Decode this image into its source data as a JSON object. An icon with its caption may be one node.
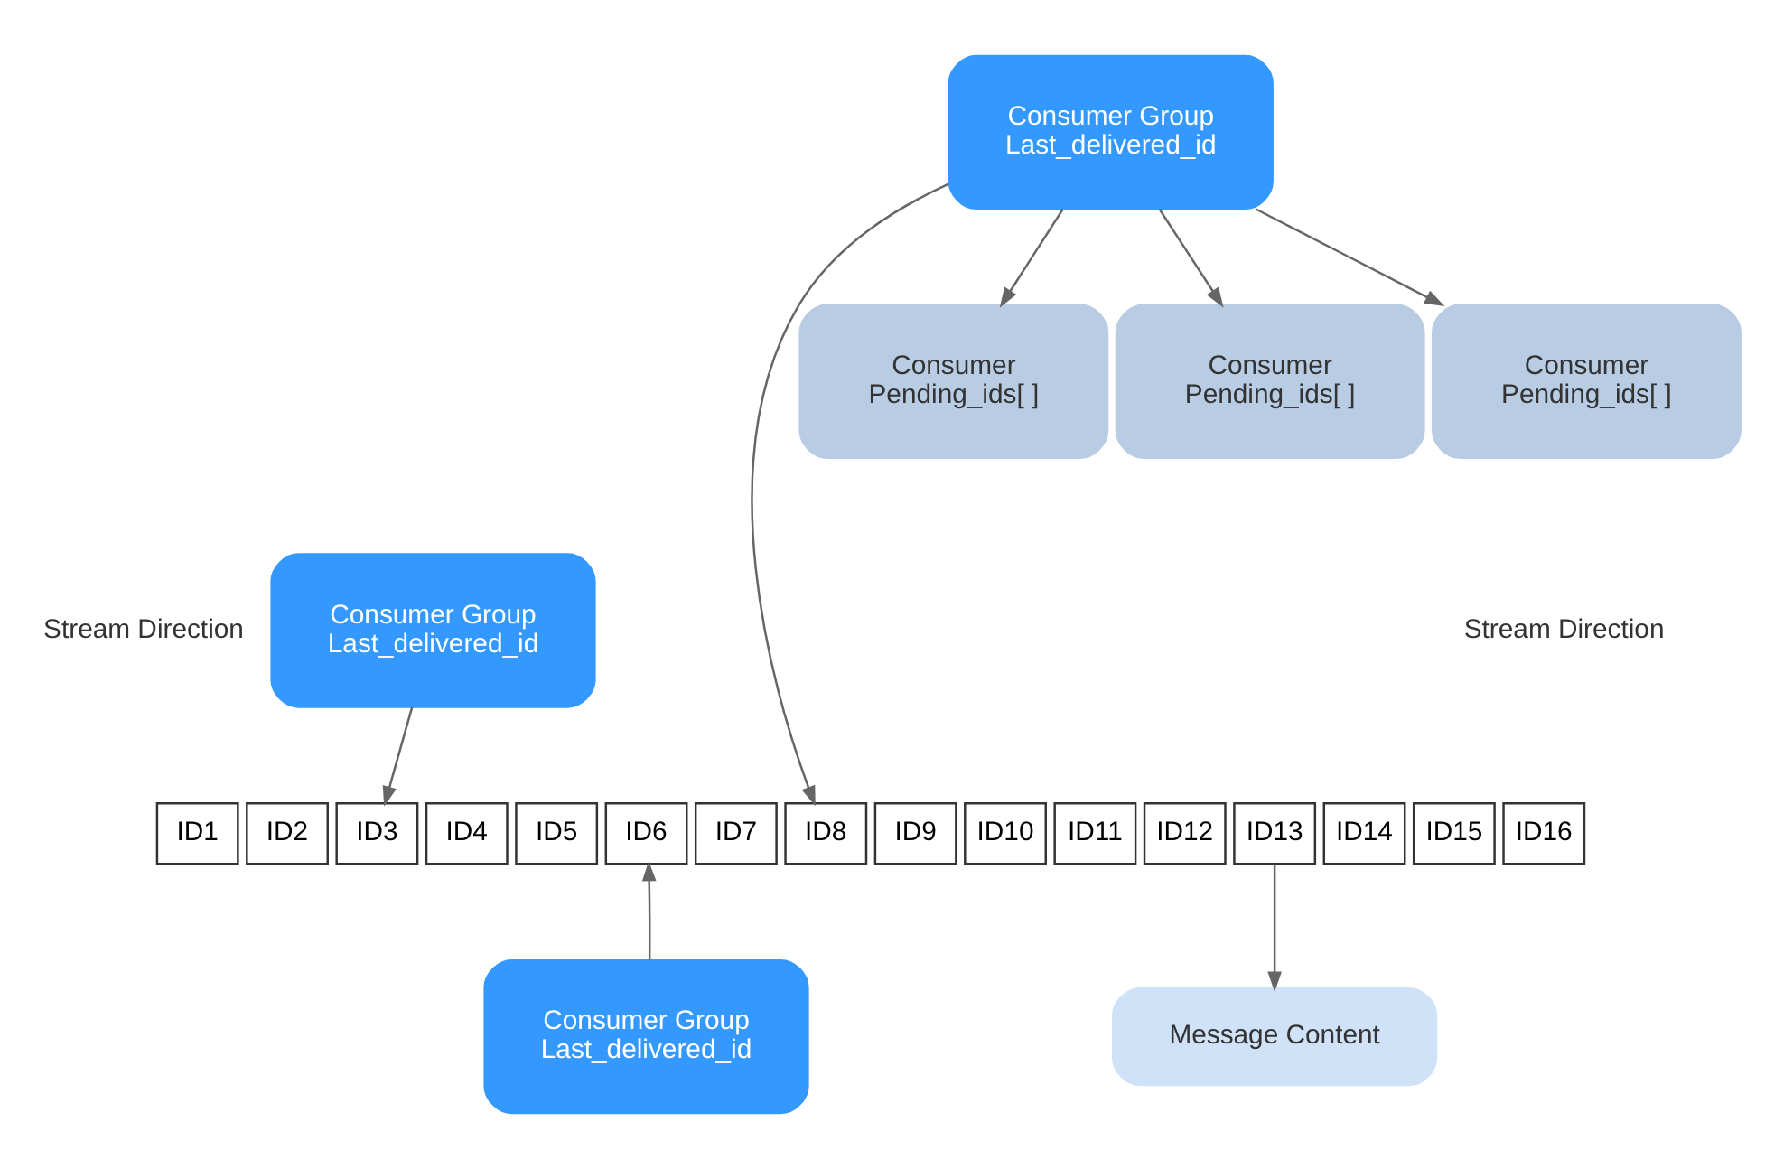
{
  "diagram": {
    "nodes": [
      {
        "text": [
          "Consumer",
          "Pending_ids[ ]"
        ]
      },
      {
        "text": [
          "Consumer Group",
          "Last_delivered_id"
        ]
      },
      {
        "text": [
          "Consumer",
          "Pending_ids[ ]"
        ]
      },
      {
        "text": [
          "Consumer Group",
          "Last_delivered_id"
        ]
      },
      {
        "text": [
          "Consumer",
          "Pending_ids[ ]"
        ]
      },
      {
        "text": [
          "ID1"
        ]
      },
      {
        "text": [
          "ID2"
        ]
      },
      {
        "text": [
          "ID3"
        ]
      },
      {
        "text": [
          "ID4"
        ]
      },
      {
        "text": [
          "ID5"
        ]
      },
      {
        "text": [
          "ID6"
        ]
      },
      {
        "text": [
          "ID7"
        ]
      },
      {
        "text": [
          "ID8"
        ]
      },
      {
        "text": [
          "ID9"
        ]
      },
      {
        "text": [
          "ID10"
        ]
      },
      {
        "text": [
          "ID11"
        ]
      },
      {
        "text": [
          "ID12"
        ]
      },
      {
        "text": [
          "ID13"
        ]
      },
      {
        "text": [
          "ID14"
        ]
      },
      {
        "text": [
          "ID15"
        ]
      },
      {
        "text": [
          "ID16"
        ]
      },
      {
        "text": [
          "Consumer Group",
          "Last_delivered_id"
        ]
      },
      {
        "text": [
          "Message Content"
        ]
      }
    ],
    "edges": [
      {
        "from": 1,
        "to": 0,
        "arrow": "to"
      },
      {
        "from": 1,
        "to": 2,
        "arrow": "to"
      },
      {
        "from": 1,
        "to": 4,
        "arrow": "to"
      },
      {
        "from": 1,
        "to": 12,
        "arrow": "to"
      },
      {
        "from": 3,
        "to": 7,
        "arrow": "to"
      },
      {
        "from": 21,
        "to": 10,
        "arrow": "to"
      },
      {
        "from": 17,
        "to": 22,
        "arrow": "to"
      }
    ],
    "labels": [
      "Stream Direction",
      "Stream Direction"
    ]
  }
}
